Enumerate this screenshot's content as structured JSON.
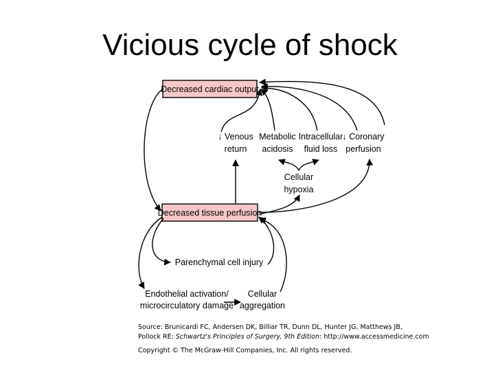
{
  "title": "Vicious cycle of shock",
  "nodes": {
    "decreased_cardiac_output": "Decreased cardiac output",
    "venous_return": [
      "↓ Venous",
      "return"
    ],
    "metabolic_acidosis": [
      "Metabolic",
      "acidosis"
    ],
    "intracellular_fluid_loss": [
      "Intracellular",
      "fluid loss"
    ],
    "coronary_perfusion": [
      "↓ Coronary",
      "perfusion"
    ],
    "cellular_hypoxia": [
      "Cellular",
      "hypoxia"
    ],
    "decreased_tissue_perfusion": "Decreased tissue perfusion",
    "parenchymal_cell_injury": "Parenchymal cell injury",
    "endothelial_activation": [
      "Endothelial activation/",
      "microcirculatory damage"
    ],
    "cellular_aggregation": [
      "Cellular",
      "aggregation"
    ]
  },
  "source": {
    "line1": "Source: Brunicardi FC, Andersen DK, Billiar TR, Dunn DL, Hunter JG, Matthews JB,",
    "line2_prefix": "Pollock RE: ",
    "line2_italic": "Schwartz's Principles of Surgery, 9th Edition",
    "line2_suffix": ": http://www.accessmedicine.com",
    "copyright": "Copyright © The McGraw-Hill Companies, Inc. All rights reserved."
  },
  "colors": {
    "box_fill": "#f7c7c7",
    "line": "#000000",
    "background": "#ffffff"
  }
}
